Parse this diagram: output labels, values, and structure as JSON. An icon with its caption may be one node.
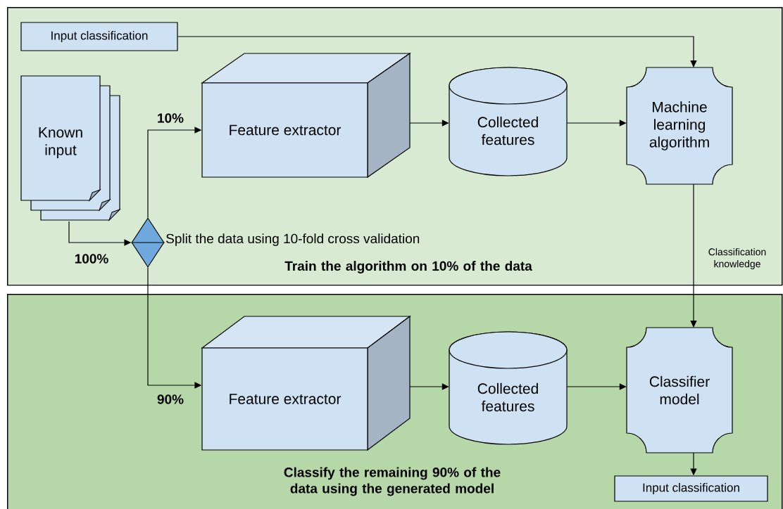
{
  "diagram": {
    "nodes": [
      {
        "text": [
          "Train the algorithm on 10% of the data"
        ]
      },
      {
        "text": [
          "Classify the remaining 90% of the data using the generated model"
        ]
      },
      {
        "text": [
          "Input classification"
        ],
        "in": 0
      },
      {
        "text": [
          "Known input"
        ],
        "in": 0
      },
      {
        "text": [],
        "shape": "diamond",
        "beside": [
          "Split the data using 10-fold cross validation"
        ],
        "in": 0
      },
      {
        "text": [
          "Feature extractor"
        ],
        "in": 0
      },
      {
        "text": [
          "Collected features"
        ],
        "in": 0
      },
      {
        "text": [
          "Machine learning algorithm"
        ],
        "in": 0
      },
      {
        "text": [
          "Feature extractor"
        ],
        "in": 1
      },
      {
        "text": [
          "Collected features"
        ],
        "in": 1
      },
      {
        "text": [
          "Classifier model"
        ],
        "in": 1
      },
      {
        "text": [
          "Input classification"
        ],
        "in": 1
      }
    ],
    "edges": [
      {
        "from": 3,
        "to": 4,
        "arrow": "to",
        "label": "100%"
      },
      {
        "from": 4,
        "to": 5,
        "arrow": "to",
        "label": "10%"
      },
      {
        "from": 5,
        "to": 6,
        "arrow": "to"
      },
      {
        "from": 6,
        "to": 7,
        "arrow": "to"
      },
      {
        "from": 2,
        "to": 7,
        "arrow": "to"
      },
      {
        "from": 7,
        "to": 10,
        "arrow": "to",
        "label": "Classification knowledge"
      },
      {
        "from": 4,
        "to": 8,
        "arrow": "to",
        "label": "90%"
      },
      {
        "from": 8,
        "to": 9,
        "arrow": "to"
      },
      {
        "from": 9,
        "to": 10,
        "arrow": "to"
      },
      {
        "from": 10,
        "to": 11,
        "arrow": "to"
      }
    ]
  }
}
